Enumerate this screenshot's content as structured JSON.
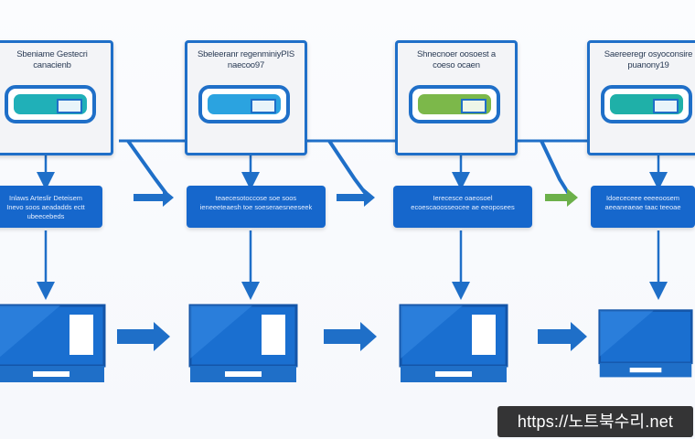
{
  "diagram": {
    "stages": [
      {
        "title_line1": "Sbeniame Gestecri",
        "title_line2": "canacienb",
        "device_color": "#20b0b8",
        "label_line1": "Inlaws Arteslir  Deteisem",
        "label_line2": "Inevo soos aeadadds ectt ubeecebeds"
      },
      {
        "title_line1": "Sbeleeranr regenminiyPIS",
        "title_line2": "naecoo97",
        "device_color": "#2ba3e0",
        "label_line1": "teaecesotoccose soe soos",
        "label_line2": "ieneeeteaesh toe soeseraesneeseek"
      },
      {
        "title_line1": "Shnecnoer oosoest a",
        "title_line2": "coeso ocaen",
        "device_color": "#7cb84a",
        "label_line1": "Ierecesce oaeosoel",
        "label_line2": "ecoescaoosseocee ae eeoposees"
      },
      {
        "title_line1": "Saereeregr osyoconsire",
        "title_line2": "puanony19",
        "device_color": "#1fb0a8",
        "label_line1": "Idoececeee eeeeoosem",
        "label_line2": "aeeaneaeae  taac teeoae"
      }
    ],
    "colors": {
      "primary": "#1f6fc8",
      "box": "#1667cc",
      "arrow_green": "#6cb04a"
    }
  },
  "watermark": {
    "text": "https://노트북수리.net"
  }
}
